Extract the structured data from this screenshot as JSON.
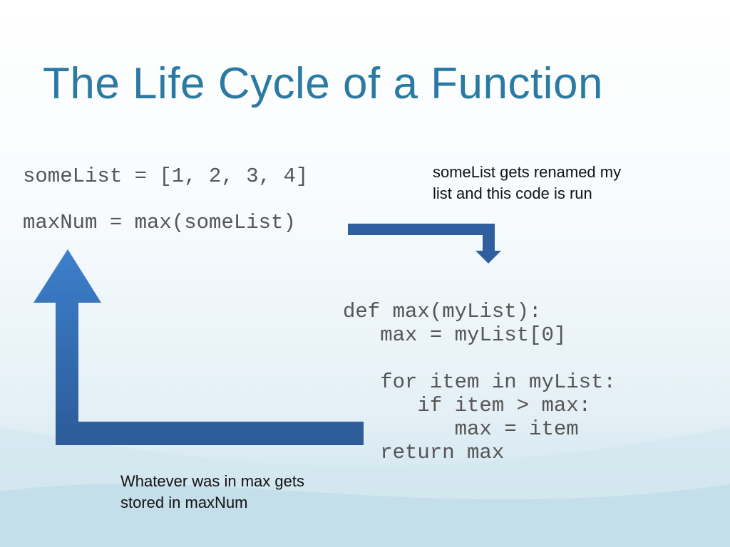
{
  "title": "The Life Cycle of a Function",
  "caller_code": [
    "someList = [1, 2, 3, 4]",
    "maxNum = max(someList)"
  ],
  "function_code": [
    "def max(myList):",
    "   max = myList[0]",
    "",
    "   for item in myList:",
    "      if item > max:",
    "         max = item",
    "   return max"
  ],
  "notes": {
    "call": [
      "someList gets renamed my",
      "list and this code is run"
    ],
    "return": [
      "Whatever was in max gets",
      "stored in maxNum"
    ]
  },
  "colors": {
    "title": "#2a7aa3",
    "arrow": "#2e5f9e",
    "arrow_light": "#3d7cc9"
  }
}
